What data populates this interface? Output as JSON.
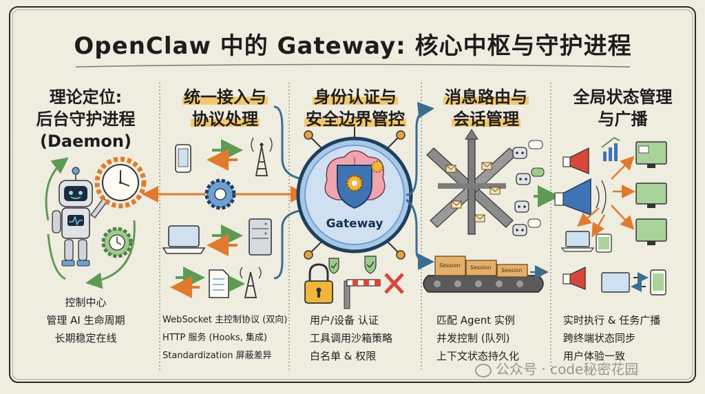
{
  "title": "OpenClaw 中的 Gateway: 核心中枢与守护进程",
  "gateway_label": "Gateway",
  "session_label": "Session",
  "columns": [
    {
      "title_lines": [
        "理论定位:",
        "后台守护进程",
        "(Daemon)"
      ],
      "bullets": [
        "控制中心",
        "管理 AI 生命周期",
        "长期稳定在线"
      ]
    },
    {
      "title_lines": [
        "统一接入与",
        "协议处理"
      ],
      "bullets": [
        "WebSocket 主控制协议 (双向)",
        "HTTP 服务 (Hooks, 集成)",
        "Standardization 屏蔽差异"
      ]
    },
    {
      "title_lines": [
        "身份认证与",
        "安全边界管控"
      ],
      "bullets": [
        "用户/设备 认证",
        "工具调用沙箱策略",
        "白名单 & 权限"
      ]
    },
    {
      "title_lines": [
        "消息路由与",
        "会话管理"
      ],
      "bullets": [
        "匹配 Agent 实例",
        "并发控制 (队列)",
        "上下文状态持久化"
      ]
    },
    {
      "title_lines": [
        "全局状态管理",
        "与广播"
      ],
      "bullets": [
        "实时执行 & 任务广播",
        "跨终端状态同步",
        "用户体验一致"
      ]
    }
  ],
  "watermark": "公众号 · code秘密花园",
  "colors": {
    "background": "#efece0",
    "highlight": "#f4c76a",
    "gateway_blue": "#6f9fd0",
    "arrow_green": "#5f9a55",
    "arrow_orange": "#e07a2c",
    "line_blue": "#3a6d8f"
  }
}
